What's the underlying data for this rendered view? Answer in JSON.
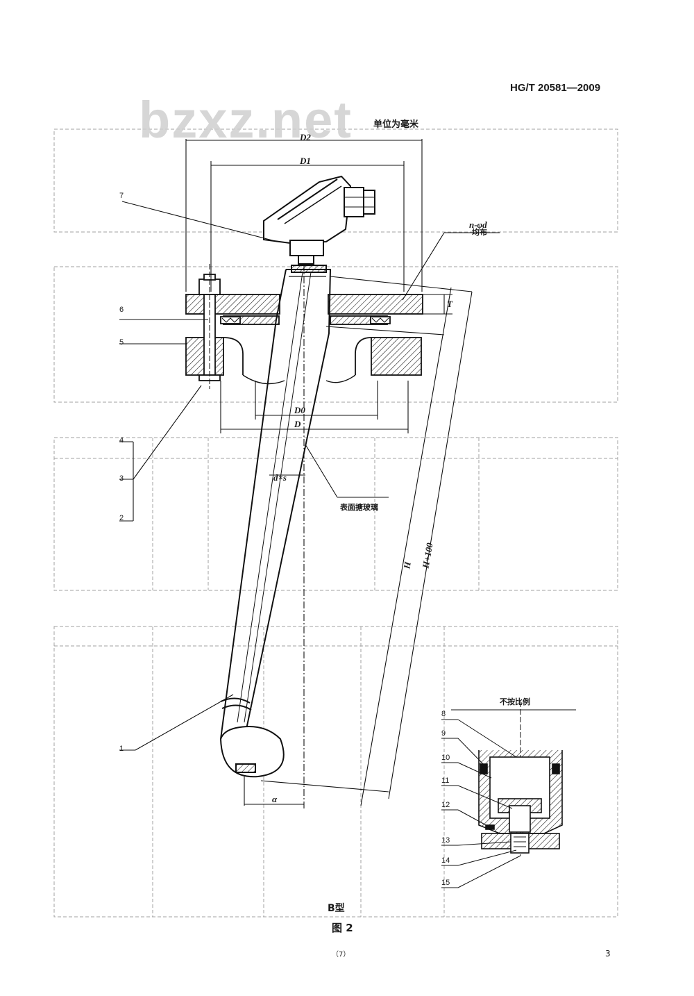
{
  "header": {
    "standard_number": "HG/T 20581—2009",
    "watermark": "bzxz.net",
    "unit_note": "单位为毫米"
  },
  "drawing": {
    "dimensions": {
      "D2": "D2",
      "D1": "D1",
      "D0": "D0",
      "D": "D",
      "n_phi_d": "n-φd",
      "evenly_spaced": "均布",
      "T": "T",
      "d_x_s": "d×s",
      "H": "H",
      "H_plus_100": "H+100",
      "alpha": "α"
    },
    "callouts": {
      "surface_enamel": "表面搪玻璃",
      "not_to_scale": "不按比例"
    },
    "part_numbers": [
      "1",
      "2",
      "3",
      "4",
      "5",
      "6",
      "7",
      "8",
      "9",
      "10",
      "11",
      "12",
      "13",
      "14",
      "15"
    ]
  },
  "captions": {
    "type_label": "B型",
    "figure_label": "图 2"
  },
  "footer": {
    "inner_page": "（7）",
    "page_number": "3"
  }
}
